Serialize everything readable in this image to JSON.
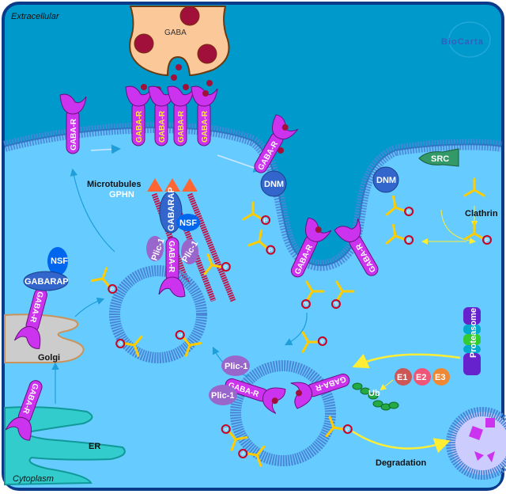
{
  "compartments": {
    "extracellular": "Extracellular",
    "cytoplasm": "Cytoplasm",
    "golgi": "Golgi",
    "er": "ER"
  },
  "logo": "BioCarta",
  "neurotransmitter": "GABA",
  "labels": {
    "receptor": "GABA-R",
    "gephyrin": "GPHN",
    "microtubules": "Microtubules",
    "gabarap": "GABARAP",
    "nsf": "NSF",
    "plic": "Plic-1",
    "dynamin": "DNM",
    "src": "SRC",
    "clathrin": "Clathrin",
    "proteasome": "Proteasome",
    "e1": "E1",
    "e2": "E2",
    "e3": "E3",
    "ubiquitin": "Ub",
    "degradation": "Degradation",
    "phospho": "P"
  },
  "colors": {
    "extracellular": "#0099cc",
    "cytoplasm": "#66ccff",
    "border": "#0a3a8a",
    "receptor": "#cc33ee",
    "membrane": "#4a86d8",
    "clathrin": "#ffcc00",
    "gaba": "#a0103a"
  }
}
